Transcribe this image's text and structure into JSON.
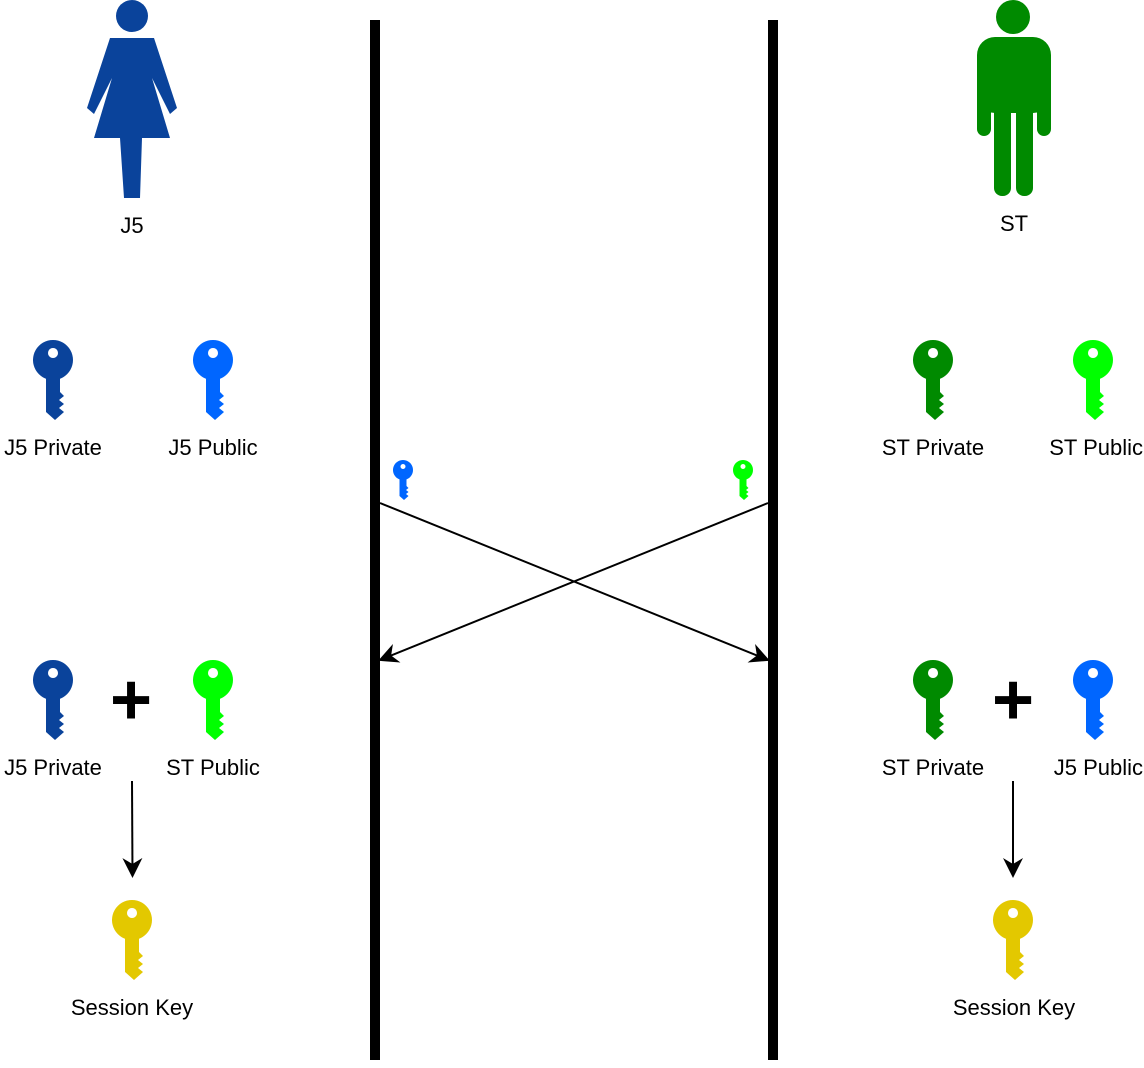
{
  "actors": {
    "left": {
      "label": "J5",
      "color": "#0a439b"
    },
    "right": {
      "label": "ST",
      "color": "#008a00"
    }
  },
  "colors": {
    "j5_private": "#0a439b",
    "j5_public": "#0066ff",
    "st_private": "#008a00",
    "st_public": "#00ff00",
    "session_key": "#e3c800",
    "line": "#000000"
  },
  "left": {
    "keys": {
      "private_label": "J5 Private",
      "public_label": "J5 Public"
    },
    "combine": {
      "private_label": "J5 Private",
      "public_label": "ST Public",
      "operator": "+"
    },
    "session_label": "Session Key"
  },
  "right": {
    "keys": {
      "private_label": "ST Private",
      "public_label": "ST Public"
    },
    "combine": {
      "private_label": "ST Private",
      "public_label": "J5 Public",
      "operator": "+"
    },
    "session_label": "Session Key"
  },
  "exchange": {
    "left_to_right_key": "j5-public-key-icon",
    "right_to_left_key": "st-public-key-icon"
  }
}
